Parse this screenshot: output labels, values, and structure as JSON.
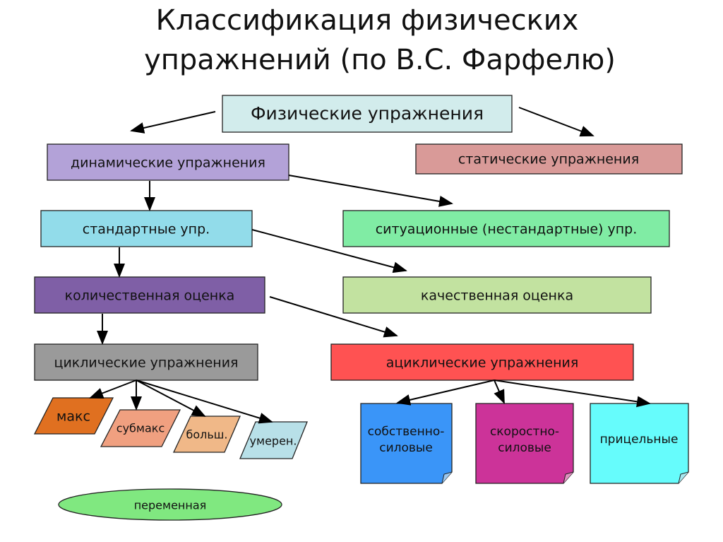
{
  "title": {
    "line1": "Классификация физических",
    "line2": "упражнений (по В.С. Фарфелю)"
  },
  "nodes": {
    "root": "Физические упражнения",
    "dynamic": "динамические упражнения",
    "static": "статические упражнения",
    "standard": "стандартные упр.",
    "situational": "ситуационные (нестандартные) упр.",
    "quantitative": "количественная оценка",
    "qualitative": "качественная оценка",
    "cyclic": "циклические упражнения",
    "acyclic": "ациклические упражнения",
    "max": "макс",
    "submax": "субмакс",
    "large": "больш.",
    "moderate": "умерен.",
    "power1": "собственно-",
    "power2": "силовые",
    "speed1": "скоростно-",
    "speed2": "силовые",
    "aiming": "прицельные",
    "variable": "переменная"
  },
  "colors": {
    "root": "#d2ecec",
    "dynamic": "#b3a2d8",
    "static": "#d99a98",
    "standard": "#92dcea",
    "situational": "#80eca4",
    "quantitative": "#7f5fa6",
    "qualitative": "#c2e2a0",
    "cyclic": "#9a9a9a",
    "acyclic": "#ff5252"
  }
}
